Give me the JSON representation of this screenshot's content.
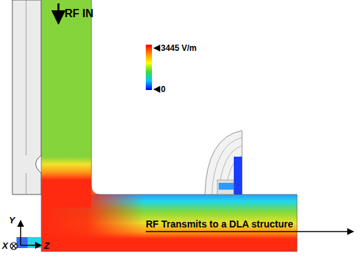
{
  "diagram": {
    "labels": [
      "RF IN",
      "3445 V/m",
      "0",
      "RF Transmits to a DLA structure",
      "Y",
      "X",
      "Z"
    ]
  }
}
